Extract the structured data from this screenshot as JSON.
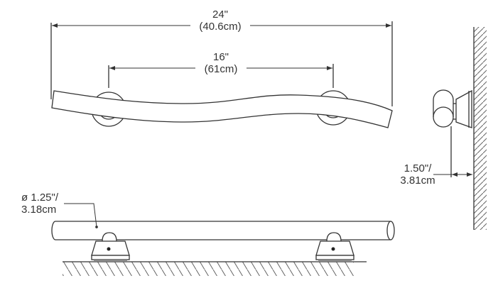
{
  "diagram": {
    "type": "technical-dimension-drawing",
    "subject": "curved grab bar",
    "colors": {
      "line": "#333333",
      "background": "#ffffff",
      "hatch": "#555555"
    },
    "front_view": {
      "overall_length": {
        "imperial": "24\"",
        "metric": "(40.6cm)"
      },
      "mount_spacing": {
        "imperial": "16\"",
        "metric": "(61cm)"
      }
    },
    "side_view": {
      "wall_clearance": {
        "imperial": "1.50\"/",
        "metric": "3.81cm"
      }
    },
    "top_view": {
      "diameter": {
        "imperial": "ø 1.25\"/",
        "metric": "3.18cm"
      }
    }
  }
}
